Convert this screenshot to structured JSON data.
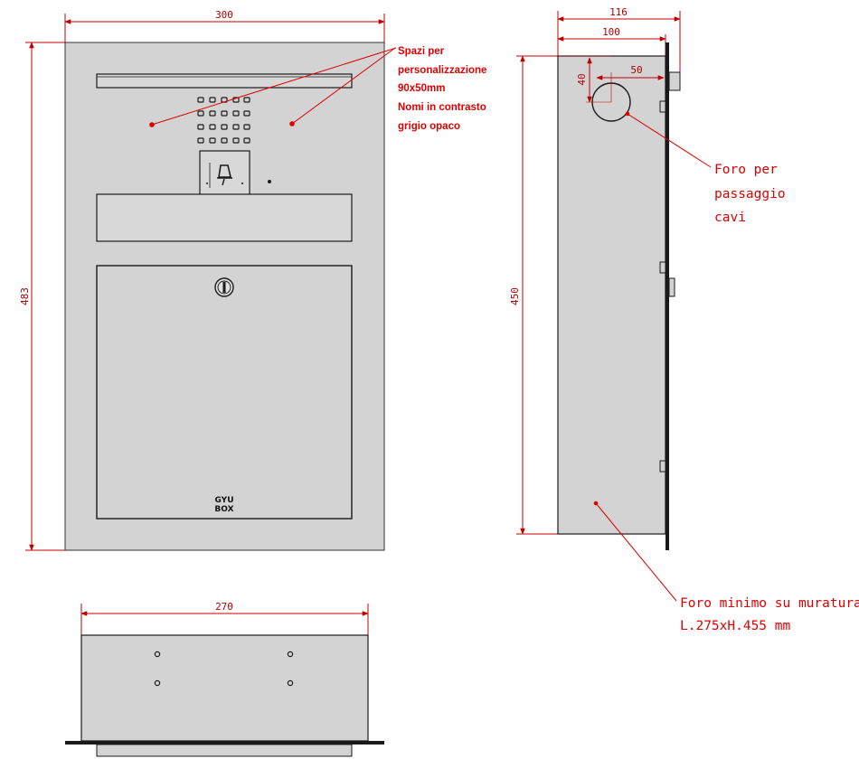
{
  "front_view": {
    "width_dim": "300",
    "height_dim": "483",
    "brand_logo_line1": "GYU",
    "brand_logo_line2": "BOX"
  },
  "side_view": {
    "total_depth_dim": "116",
    "body_depth_dim": "100",
    "hole_offset_x_dim": "50",
    "hole_offset_y_dim": "40",
    "height_dim": "450"
  },
  "bottom_view": {
    "width_dim": "270"
  },
  "annotations": {
    "custom_space": [
      "Spazi per",
      "personalizzazione",
      "90x50mm",
      "Nomi in contrasto",
      "grigio opaco"
    ],
    "cable_hole": [
      "Foro per",
      "passaggio",
      "cavi"
    ],
    "wall_hole": [
      "Foro minimo su muratura",
      "L.275xH.455 mm"
    ]
  },
  "colors": {
    "panel_fill": "#d3d3d3",
    "line": "#1a1a1a",
    "dimension": "#c00000",
    "annotation": "#e00000"
  }
}
